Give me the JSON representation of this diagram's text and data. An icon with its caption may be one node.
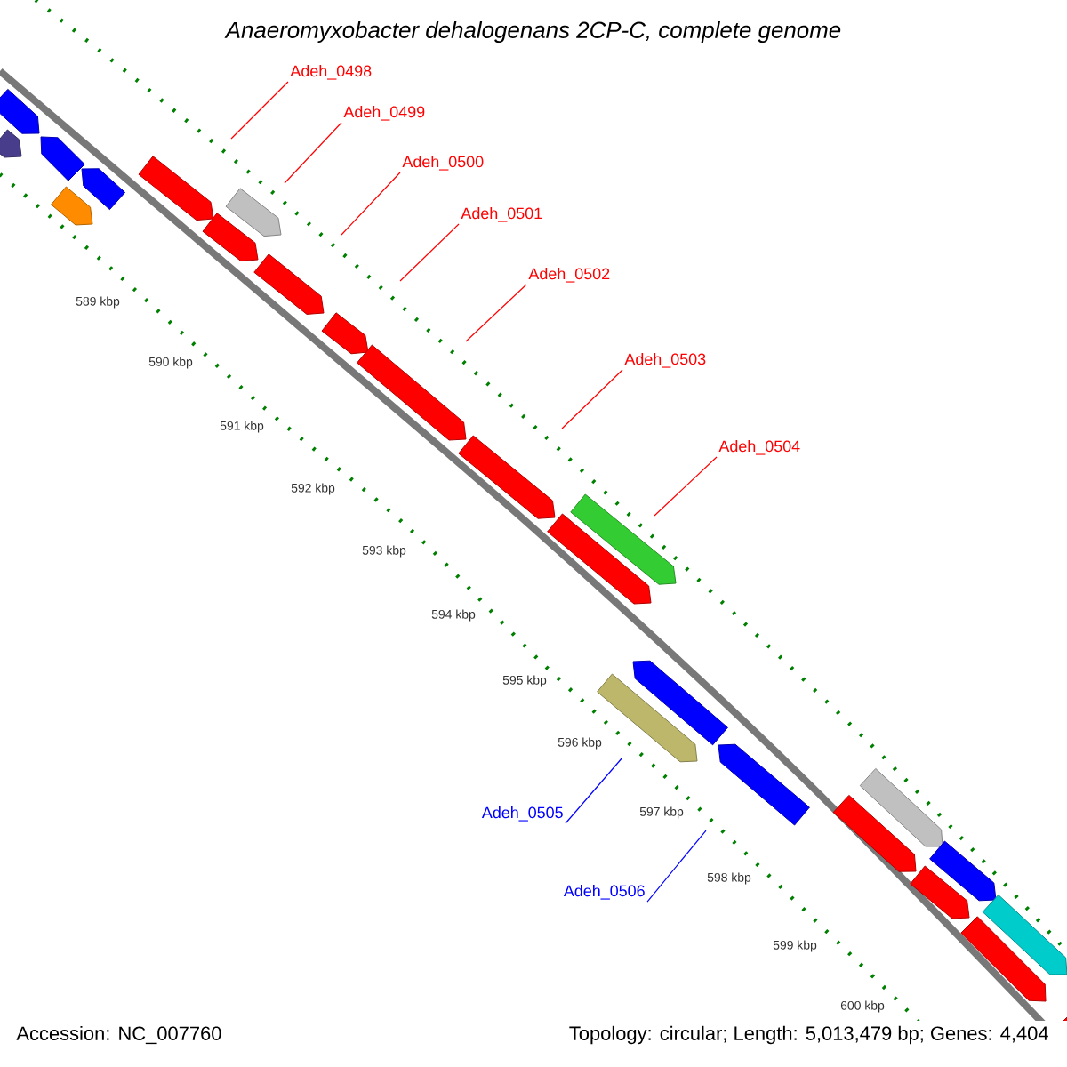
{
  "diagram": {
    "title": "Anaeromyxobacter dehalogenans 2CP-C, complete genome",
    "nodes": [
      {
        "text": [
          "Adeh_0498"
        ]
      },
      {
        "text": [
          "Adeh_0499"
        ]
      },
      {
        "text": [
          "Adeh_0500"
        ]
      },
      {
        "text": [
          "Adeh_0501"
        ]
      },
      {
        "text": [
          "Adeh_0502"
        ]
      },
      {
        "text": [
          "Adeh_0503"
        ]
      },
      {
        "text": [
          "Adeh_0504"
        ]
      },
      {
        "text": [
          "Adeh_0505"
        ]
      },
      {
        "text": [
          "Adeh_0506"
        ]
      }
    ],
    "edges": [
      {
        "from": 0,
        "to": null,
        "arrow": "none"
      },
      {
        "from": 1,
        "to": null,
        "arrow": "none"
      },
      {
        "from": 2,
        "to": null,
        "arrow": "none"
      },
      {
        "from": 3,
        "to": null,
        "arrow": "none"
      },
      {
        "from": 4,
        "to": null,
        "arrow": "none"
      },
      {
        "from": 5,
        "to": null,
        "arrow": "none"
      },
      {
        "from": 6,
        "to": null,
        "arrow": "none"
      },
      {
        "from": 7,
        "to": null,
        "arrow": "none",
        "color": "#0000ff"
      },
      {
        "from": 8,
        "to": null,
        "arrow": "none",
        "color": "#0000ff"
      }
    ],
    "labels": [
      "589 kbp",
      "590 kbp",
      "591 kbp",
      "592 kbp",
      "593 kbp",
      "594 kbp",
      "595 kbp",
      "596 kbp",
      "597 kbp",
      "598 kbp",
      "599 kbp",
      "600 kbp",
      "Accession: NC_007760",
      "Topology: circular; Length: 5,013,479 bp; Genes: 4,404"
    ]
  }
}
